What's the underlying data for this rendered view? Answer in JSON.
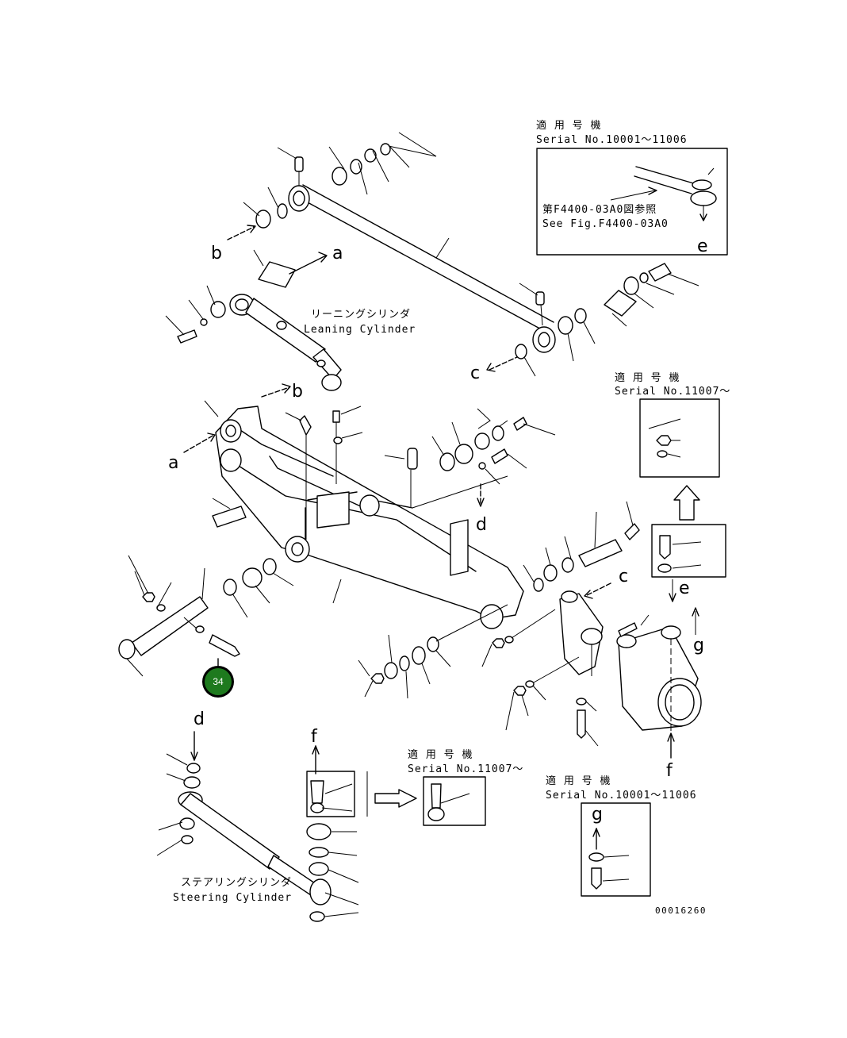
{
  "inset_top_right": {
    "header_jp": "適 用 号 機",
    "header_serial": "Serial No.10001〜11006",
    "ref_jp": "第F4400-03A0図参照",
    "ref_en": "See Fig.F4400-03A0",
    "letter": "e"
  },
  "inset_right_mid": {
    "header_jp": "適 用 号 機",
    "header_serial": "Serial No.11007〜"
  },
  "inset_bottom_center": {
    "header_jp": "適 用 号 機",
    "header_serial": "Serial No.11007〜"
  },
  "inset_bottom_right": {
    "header_jp": "適 用 号 機",
    "header_serial": "Serial No.10001〜11006",
    "letter": "g"
  },
  "labels": {
    "leaning_cylinder_jp": "リーニングシリンダ",
    "leaning_cylinder_en": "Leaning Cylinder",
    "steering_cylinder_jp": "ステアリングシリンダ",
    "steering_cylinder_en": "Steering Cylinder"
  },
  "letters": {
    "a": "a",
    "b": "b",
    "c": "c",
    "d": "d",
    "e": "e",
    "f": "f",
    "g": "g"
  },
  "callout": {
    "number": "34",
    "color": "#1e7a1e"
  },
  "drawing_number": "00016260"
}
